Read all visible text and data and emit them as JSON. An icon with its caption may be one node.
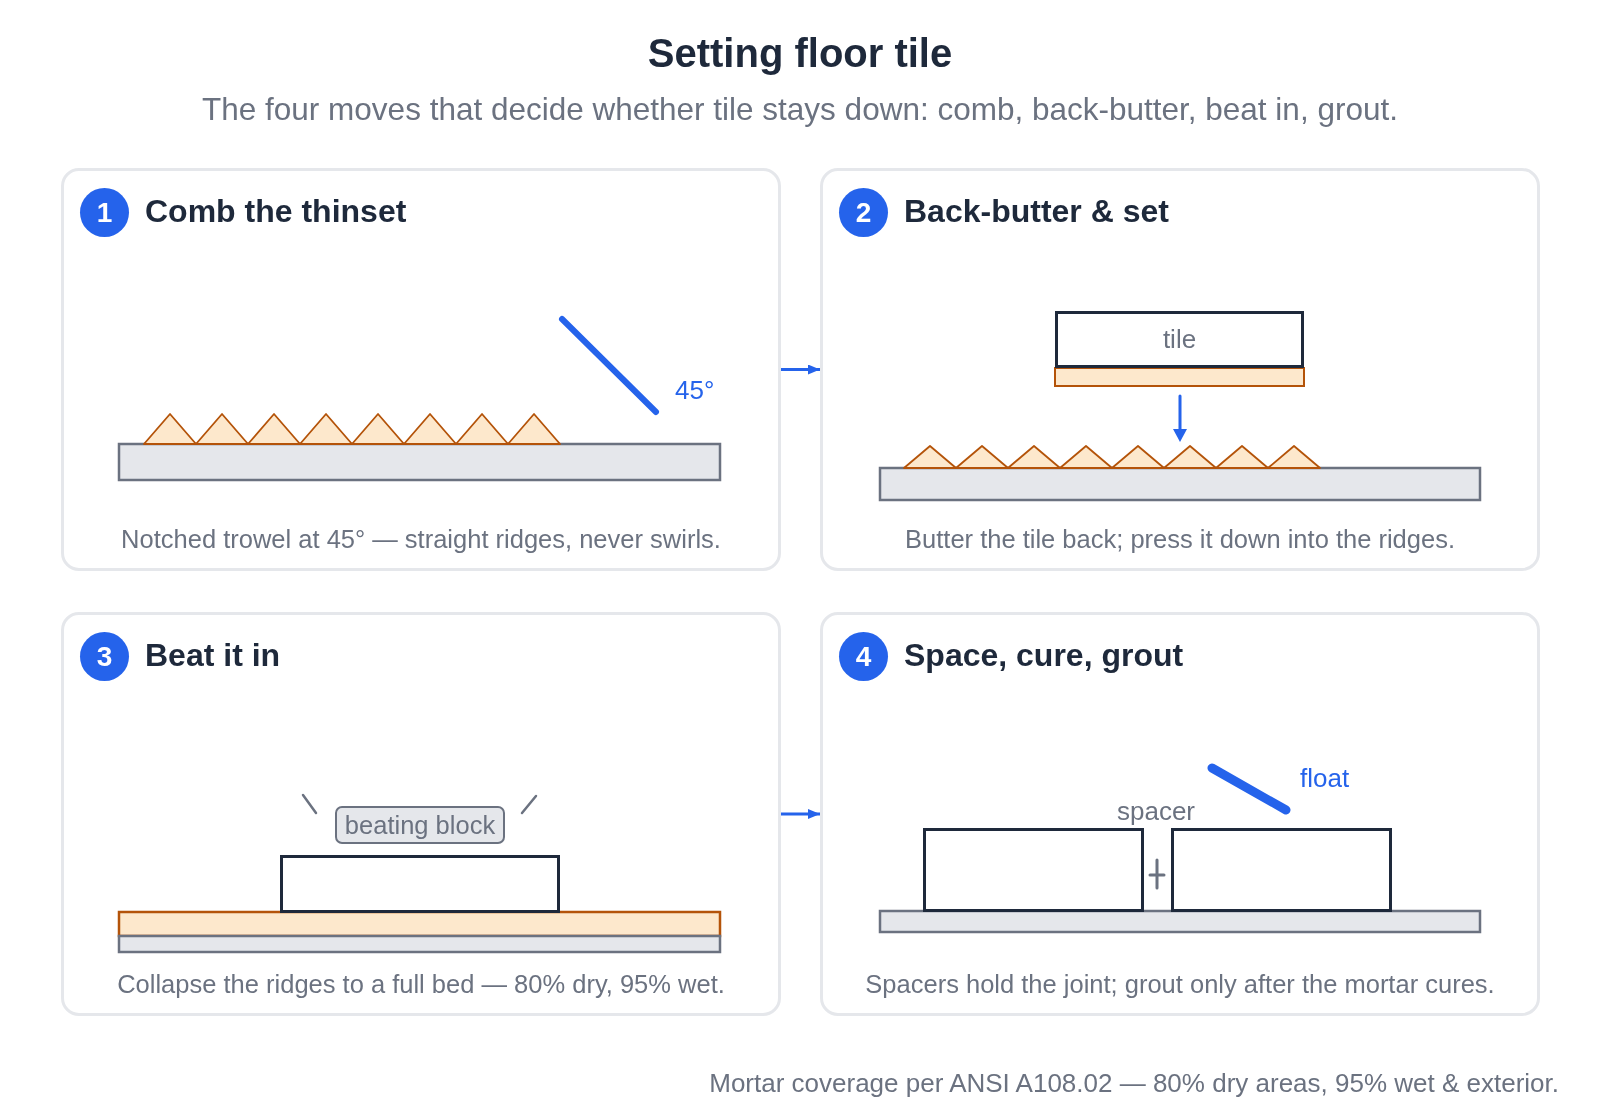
{
  "diagram": {
    "title": "Setting floor tile",
    "caption": "The four moves that decide whether tile stays down: comb, back-butter, beat in, grout.",
    "nodes": [
      {
        "text": [
          "Comb the thinset",
          "Notched trowel at 45° — straight ridges, never swirls."
        ]
      },
      {
        "text": [
          "1"
        ],
        "in": 0
      },
      {
        "text": [
          "Back-butter & set",
          "Butter the tile back; press it down into the ridges."
        ]
      },
      {
        "text": [
          "2"
        ],
        "in": 2
      },
      {
        "text": [
          "tile"
        ],
        "in": 2
      },
      {
        "text": [
          "Beat it in",
          "Collapse the ridges to a full bed — 80% dry, 95% wet."
        ]
      },
      {
        "text": [
          "3"
        ],
        "in": 5
      },
      {
        "text": [
          "beating block"
        ],
        "in": 5
      },
      {
        "text": [],
        "shape": "box",
        "in": 5
      },
      {
        "text": [
          "Space, cure, grout",
          "Spacers hold the joint; grout only after the mortar cures."
        ]
      },
      {
        "text": [
          "4"
        ],
        "in": 9
      },
      {
        "text": [],
        "shape": "box",
        "in": 9
      },
      {
        "text": [],
        "shape": "box",
        "in": 9
      }
    ],
    "edges": [
      {
        "from": 0,
        "to": 2,
        "arrow": "to"
      },
      {
        "from": 5,
        "to": 9,
        "arrow": "to"
      }
    ],
    "labels": [
      "45°",
      "float",
      "spacer",
      "Mortar coverage per ANSI A108.02 — 80% dry areas, 95% wet & exterior."
    ]
  }
}
